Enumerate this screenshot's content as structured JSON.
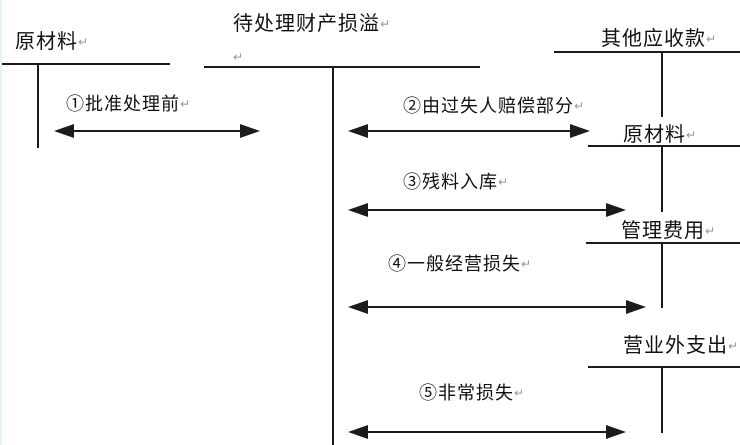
{
  "page": {
    "background": "#ffffff",
    "line_color": "#1b1b1b",
    "pilcrow": "↵",
    "pilcrow_color": "#969696"
  },
  "accounts": {
    "left": {
      "title": "原材料"
    },
    "center": {
      "title": "待处理财产损溢"
    },
    "right": [
      {
        "title": "其他应收款"
      },
      {
        "title": "原材料"
      },
      {
        "title": "管理费用"
      },
      {
        "title": "营业外支出"
      }
    ]
  },
  "flows": [
    {
      "label": "①批准处理前"
    },
    {
      "label": "②由过失人赔偿部分"
    },
    {
      "label": "③残料入库"
    },
    {
      "label": "④一般经营损失"
    },
    {
      "label": "⑤非常损失"
    }
  ]
}
